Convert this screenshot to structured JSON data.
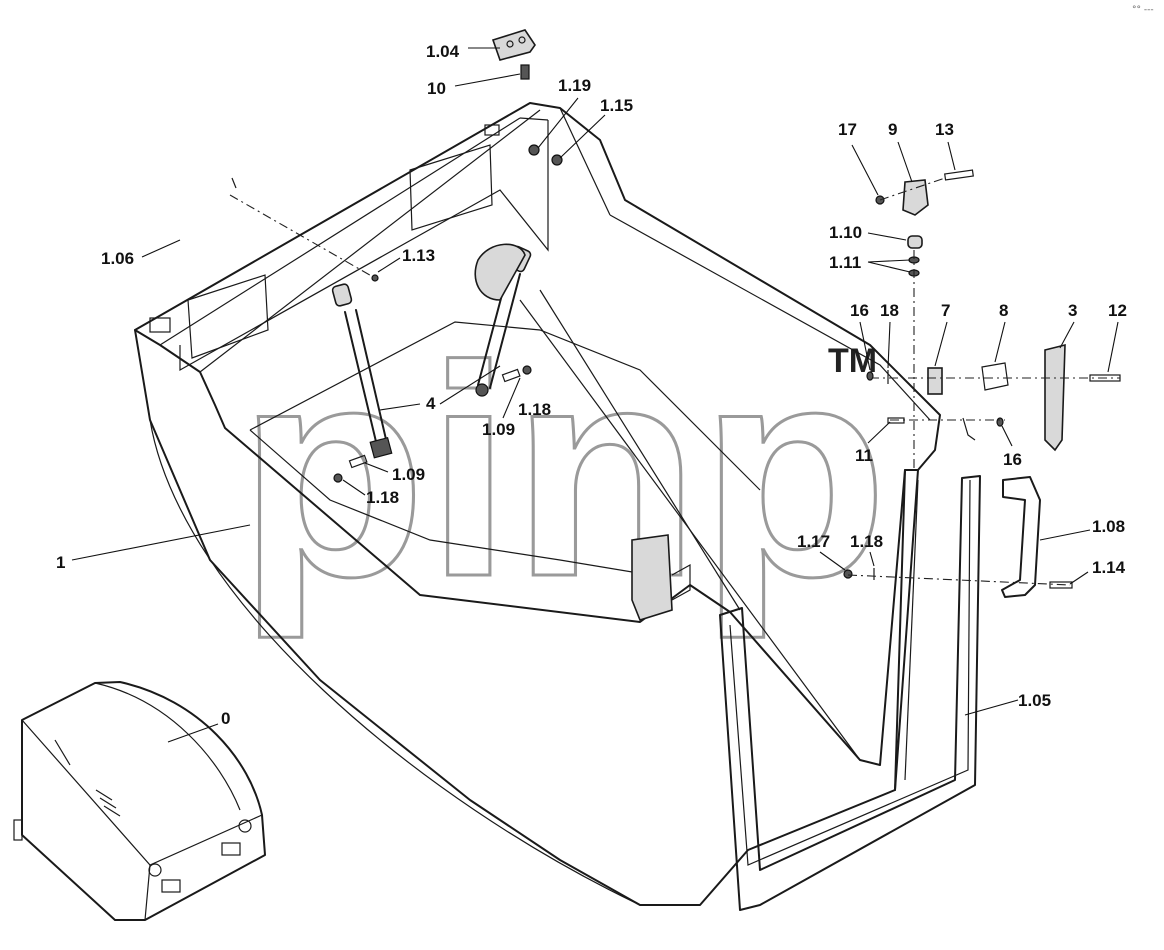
{
  "watermark": {
    "text": "pinp",
    "mark": "TM"
  },
  "corner_mark": "°° ---",
  "callouts": [
    {
      "id": "c-1-04",
      "text": "1.04"
    },
    {
      "id": "c-10",
      "text": "10"
    },
    {
      "id": "c-1-19",
      "text": "1.19"
    },
    {
      "id": "c-1-15",
      "text": "1.15"
    },
    {
      "id": "c-1-06",
      "text": "1.06"
    },
    {
      "id": "c-1-13",
      "text": "1.13"
    },
    {
      "id": "c-4",
      "text": "4"
    },
    {
      "id": "c-1-09a",
      "text": "1.09"
    },
    {
      "id": "c-1-18a",
      "text": "1.18"
    },
    {
      "id": "c-1-09b",
      "text": "1.09"
    },
    {
      "id": "c-1-18b",
      "text": "1.18"
    },
    {
      "id": "c-1",
      "text": "1"
    },
    {
      "id": "c-0",
      "text": "0"
    },
    {
      "id": "c-17",
      "text": "17"
    },
    {
      "id": "c-9",
      "text": "9"
    },
    {
      "id": "c-13",
      "text": "13"
    },
    {
      "id": "c-1-10",
      "text": "1.10"
    },
    {
      "id": "c-1-11",
      "text": "1.11"
    },
    {
      "id": "c-16a",
      "text": "16"
    },
    {
      "id": "c-18",
      "text": "18"
    },
    {
      "id": "c-7",
      "text": "7"
    },
    {
      "id": "c-8",
      "text": "8"
    },
    {
      "id": "c-3",
      "text": "3"
    },
    {
      "id": "c-12",
      "text": "12"
    },
    {
      "id": "c-11",
      "text": "11"
    },
    {
      "id": "c-16b",
      "text": "16"
    },
    {
      "id": "c-1-08",
      "text": "1.08"
    },
    {
      "id": "c-1-17",
      "text": "1.17"
    },
    {
      "id": "c-1-18c",
      "text": "1.18"
    },
    {
      "id": "c-1-14",
      "text": "1.14"
    },
    {
      "id": "c-1-05",
      "text": "1.05"
    }
  ]
}
